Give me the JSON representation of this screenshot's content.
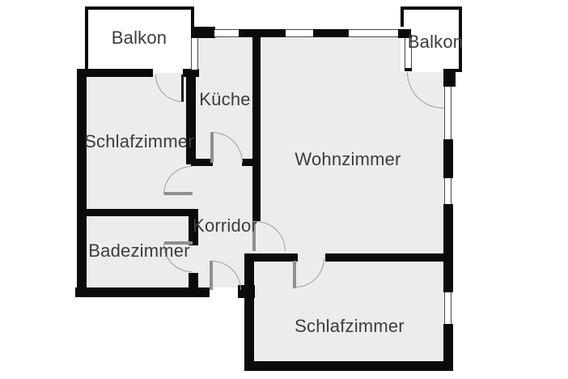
{
  "rooms": {
    "balkon_left": {
      "label": "Balkon"
    },
    "kueche": {
      "label": "Küche"
    },
    "wohnzimmer": {
      "label": "Wohnzimmer"
    },
    "balkon_right": {
      "label": "Balkon"
    },
    "schlafzimmer_left": {
      "label": "Schlafzimmer"
    },
    "badezimmer": {
      "label": "Badezimmer"
    },
    "korridor": {
      "label": "Korridor"
    },
    "schlafzimmer_bottom": {
      "label": "Schlafzimmer"
    }
  },
  "colors": {
    "background": "#ffffff",
    "floor": "#ebeced",
    "wall": "#0b0b0b",
    "balcony_fill": "#ffffff",
    "door_leaf": "#8f8f8f",
    "door_leaf_dark": "#1c1c1c",
    "door_arc": "#9c9c9c",
    "window_line": "#474747",
    "label_text": "#3d3d3d"
  }
}
